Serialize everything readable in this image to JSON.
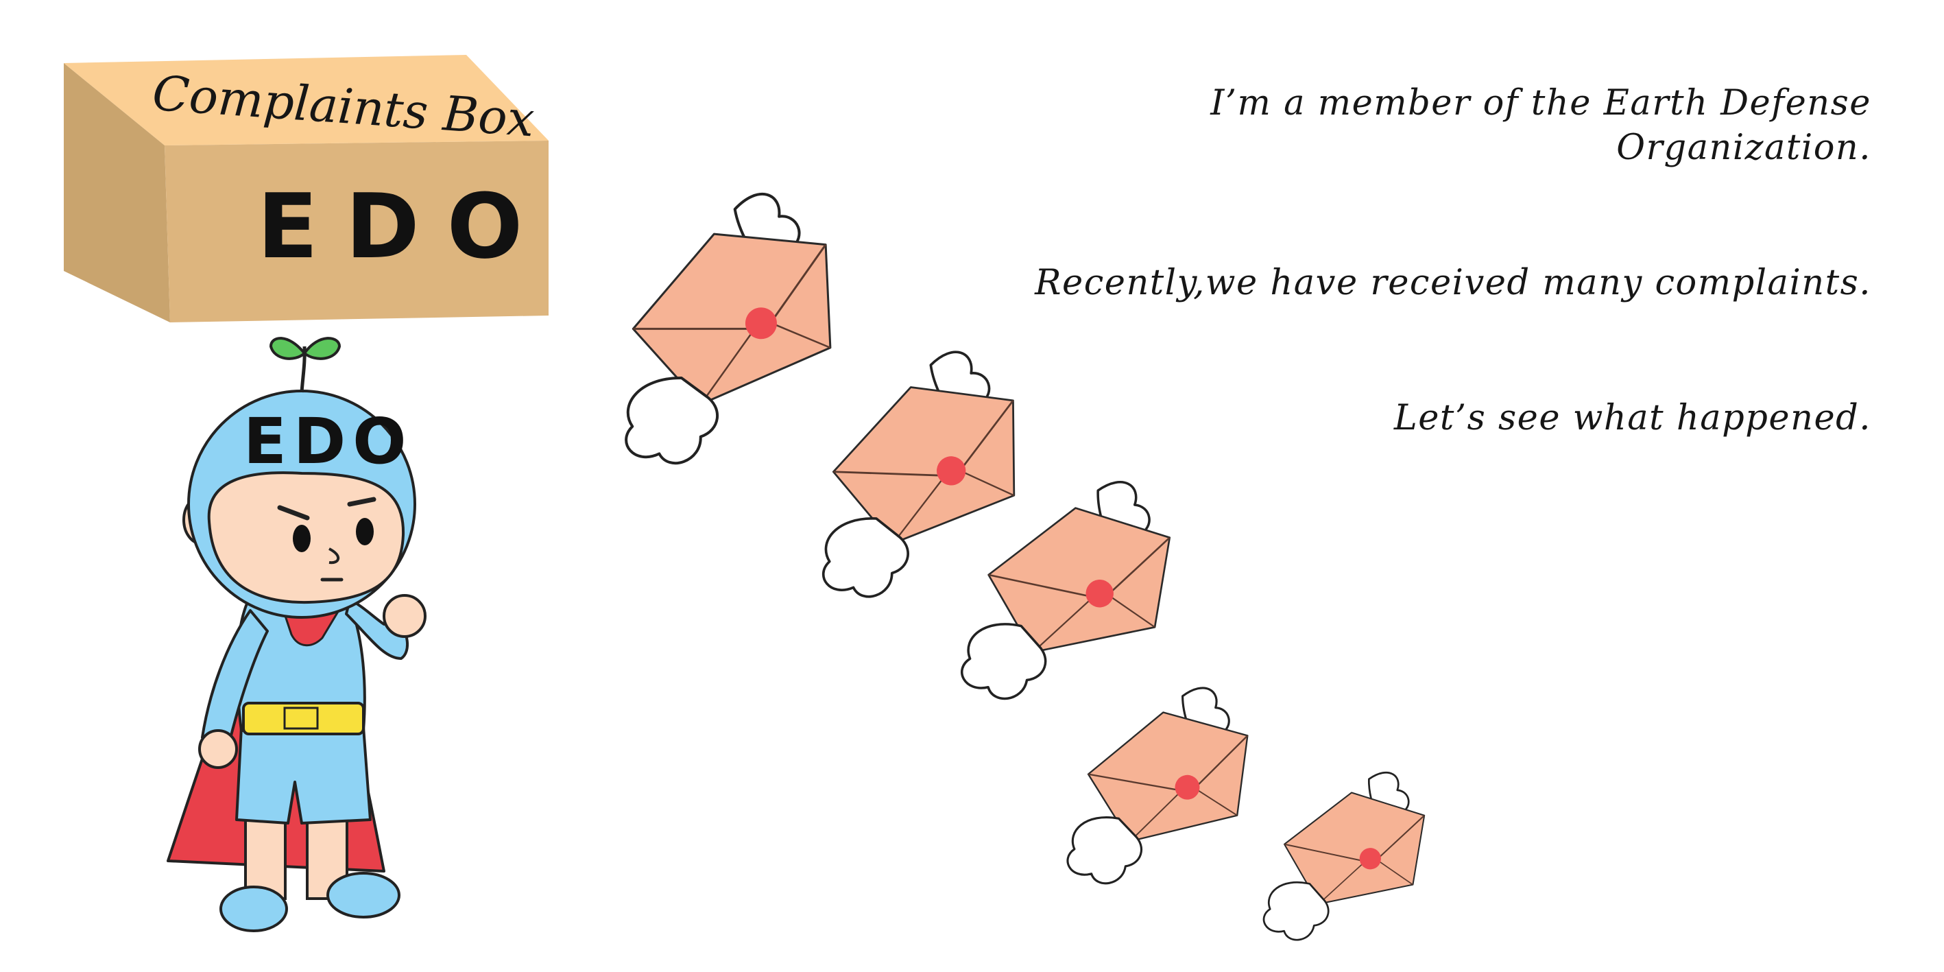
{
  "box": {
    "lid_text": "Complaints Box",
    "front_text": "EDO"
  },
  "hero": {
    "helmet_text": "EDO"
  },
  "narration": [
    "I’m a member of the Earth Defense Organization.",
    "Recently,we have received many complaints.",
    "Let’s see what happened."
  ],
  "colors": {
    "box_top": "#fbcf94",
    "box_front": "#ddb57e",
    "box_side": "#c9a46e",
    "helmet": "#8fd3f4",
    "suit": "#8fd3f4",
    "cape": "#e8404a",
    "belt": "#f8e03c",
    "skin": "#fcd9c0",
    "sprout": "#5cc65c",
    "envelope": "#f6b395",
    "seal": "#ee4c52"
  },
  "envelope_count": 5
}
